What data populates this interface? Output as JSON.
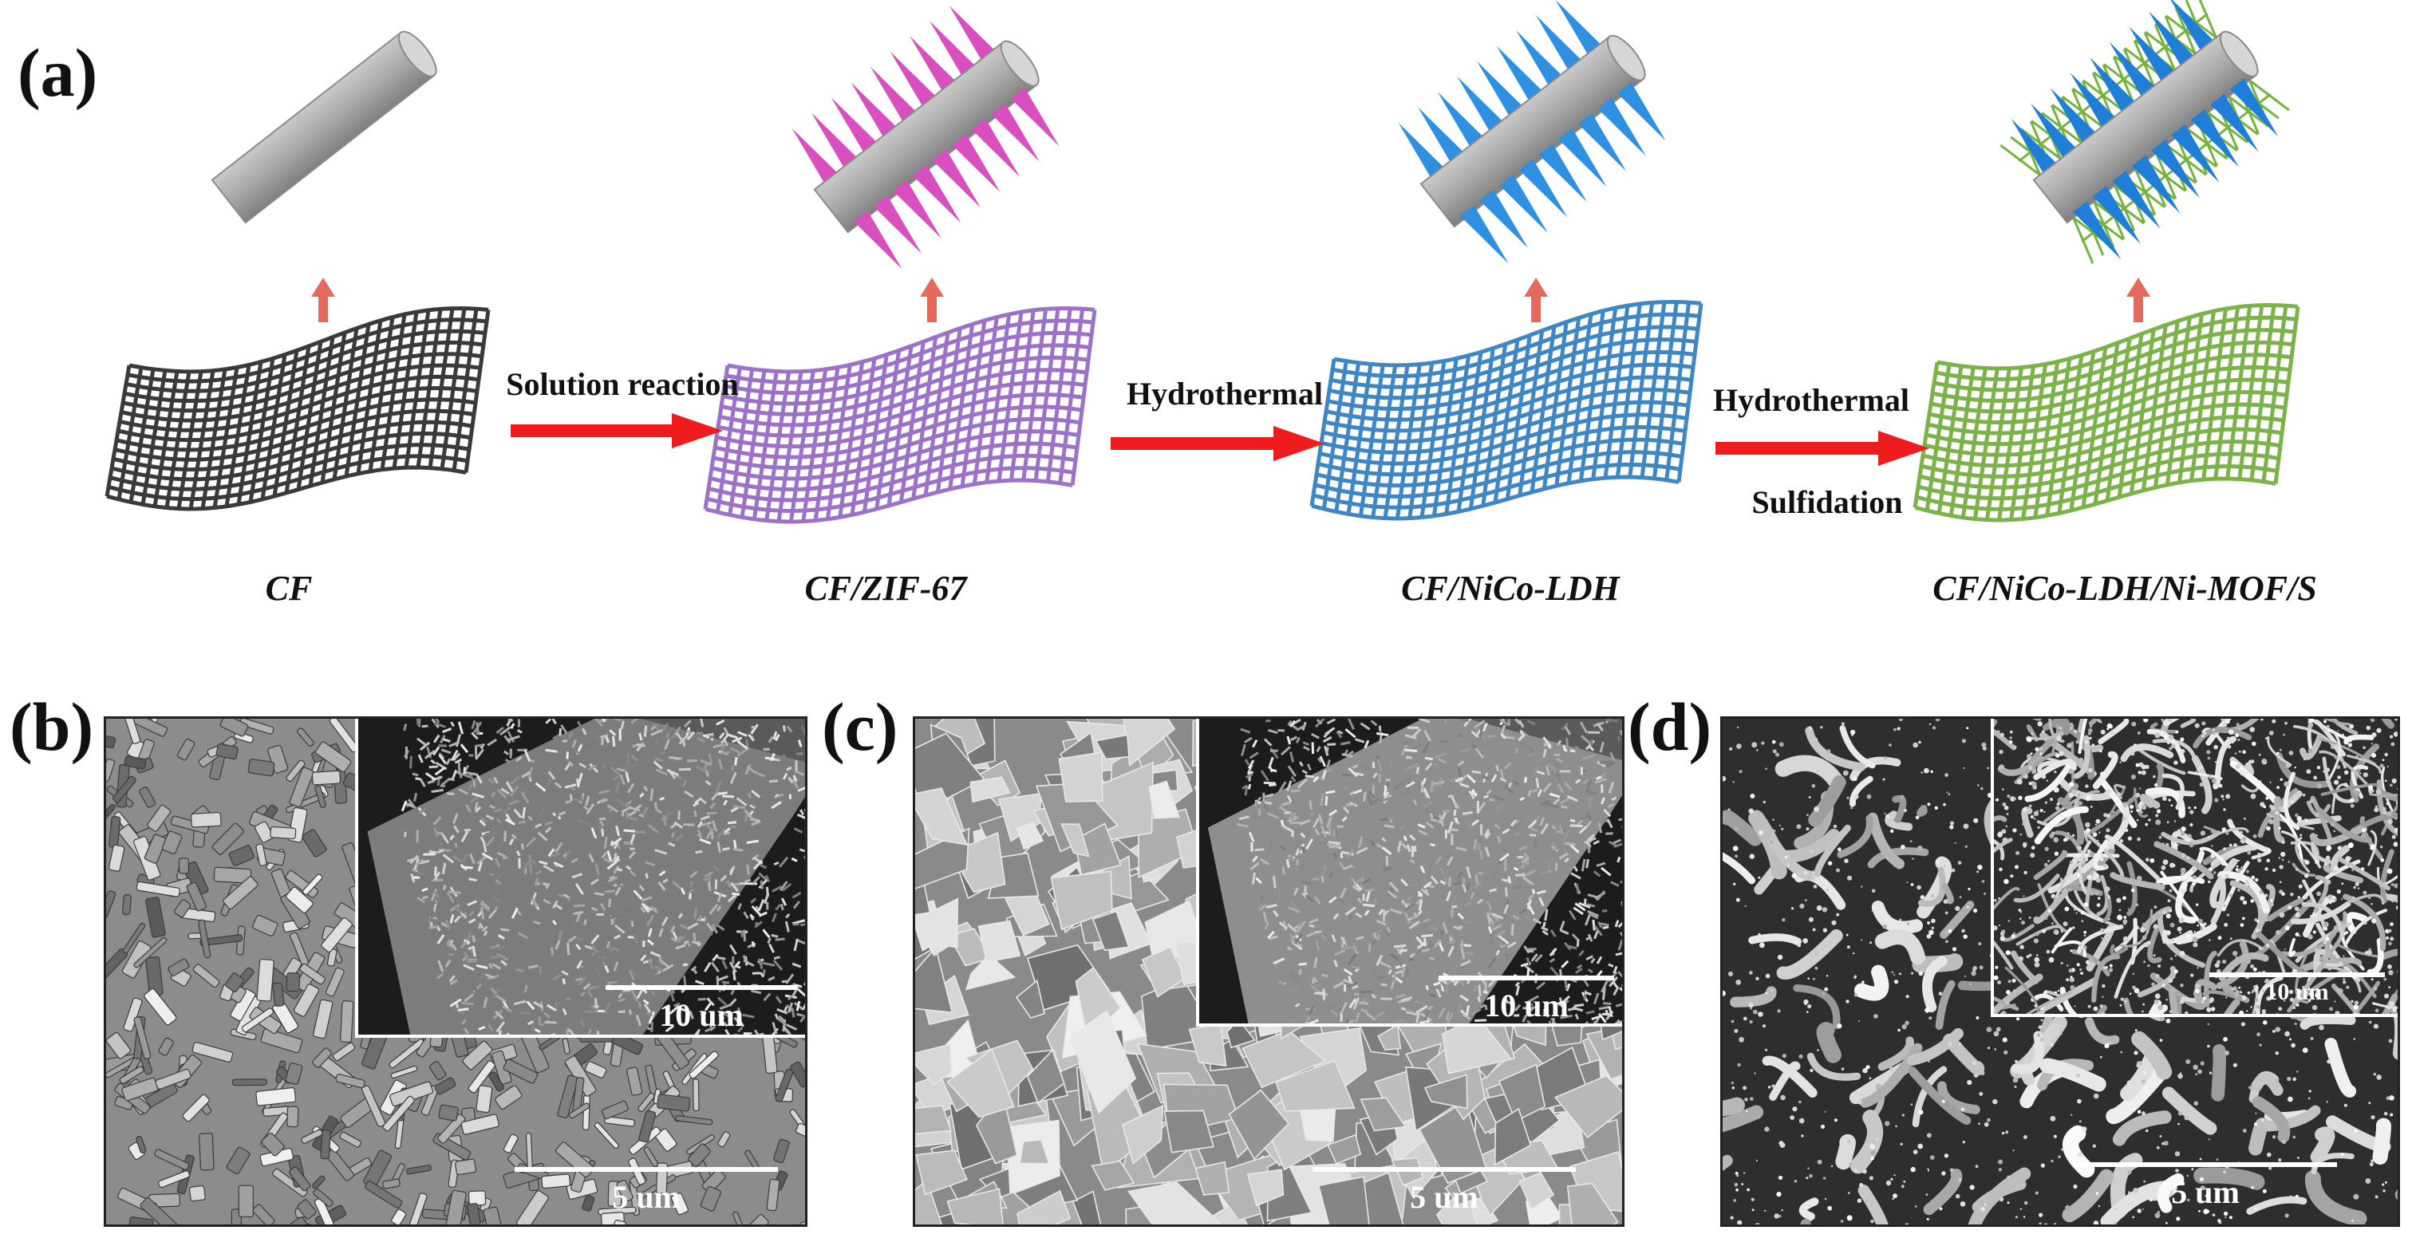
{
  "panel_a": {
    "letter": "(a)",
    "steps": [
      {
        "label": "CF",
        "mesh_color": "#3a3a3a",
        "spike_color": ""
      },
      {
        "label": "CF/ZIF-67",
        "mesh_color": "#9b72c8",
        "spike_color": "#d94fc0"
      },
      {
        "label": "CF/NiCo-LDH",
        "mesh_color": "#3f86c4",
        "spike_color": "#2f8fe0"
      },
      {
        "label": "CF/NiCo-LDH/Ni-MOF/S",
        "mesh_color": "#7bb34a",
        "spike_color": "#1f7fd8"
      }
    ],
    "arrows": [
      {
        "top": "Solution reaction",
        "bottom": ""
      },
      {
        "top": "Hydrothermal",
        "bottom": ""
      },
      {
        "top": "Hydrothermal",
        "bottom": "Sulfidation"
      }
    ],
    "arrow_color": "#ee1c1c",
    "small_arrow_color": "#e46a5e",
    "fiber_color": "#a8a8a8",
    "leaf_color": "#76b33c"
  },
  "panels": [
    {
      "letter": "(b)",
      "main_scale": "5 um",
      "inset_scale": "10 um",
      "tone": "#8c8c8c"
    },
    {
      "letter": "(c)",
      "main_scale": "5 um",
      "inset_scale": "10 um",
      "tone": "#8a8a8a"
    },
    {
      "letter": "(d)",
      "main_scale": "5 um",
      "inset_scale": "10 um",
      "tone": "#6e6e6e"
    }
  ]
}
